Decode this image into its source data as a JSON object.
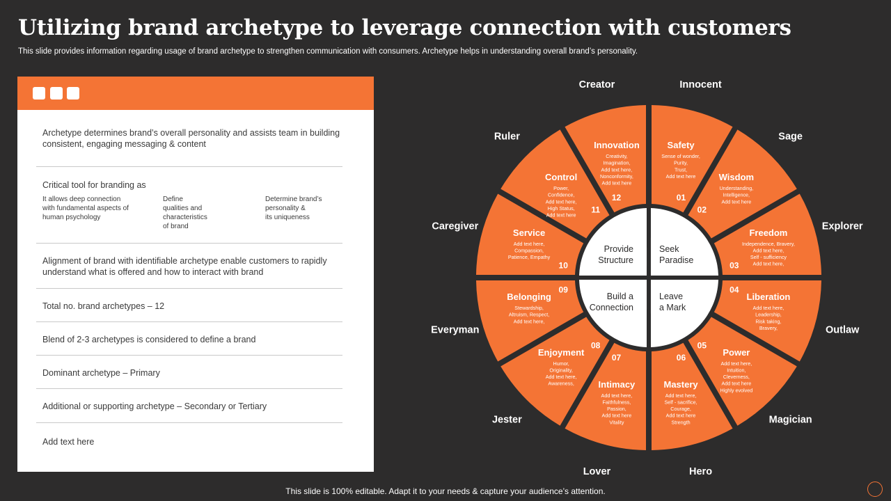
{
  "title": "Utilizing brand archetype to leverage connection with customers",
  "subtitle": "This slide provides information regarding usage of brand archetype to strengthen communication with consumers. Archetype helps in understanding overall brand’s personality.",
  "panel": {
    "rows": [
      "Archetype determines brand’s overall  personality and assists team in building consistent, engaging messaging & content",
      "Critical tool for branding as",
      "Alignment of brand with identifiable archetype enable customers to rapidly understand  what is offered  and how to interact with brand",
      "Total no. brand archetypes – 12",
      "Blend of 2-3 archetypes is considered to define  a brand",
      "Dominant archetype – Primary",
      "Additional or supporting archetype – Secondary or Tertiary",
      "Add text here"
    ],
    "tools": [
      "It allows deep connection\nwith fundamental aspects of\nhuman psychology",
      "Define\nqualities and\ncharacteristics\nof brand",
      "Determine brand’s\npersonality &\nits uniqueness"
    ]
  },
  "wheel": {
    "segments": [
      {
        "num": "01",
        "title": "Safety",
        "desc": [
          "Sense of wonder,",
          "Purity,",
          "Trust,",
          "Add text here"
        ],
        "label": "Innocent"
      },
      {
        "num": "02",
        "title": "Wisdom",
        "desc": [
          "Understanding,",
          "Intelligence,",
          "Add text here"
        ],
        "label": "Sage"
      },
      {
        "num": "03",
        "title": "Freedom",
        "desc": [
          "Independence,  Bravery,",
          "Add text here,",
          "Self - sufficiency",
          "Add text here,"
        ],
        "label": "Explorer"
      },
      {
        "num": "04",
        "title": "Liberation",
        "desc": [
          "Add text here,",
          "Leadership,",
          "Risk taking,",
          "Bravery,"
        ],
        "label": "Outlaw"
      },
      {
        "num": "05",
        "title": "Power",
        "desc": [
          "Add text here,",
          "Intuition,",
          "Cleverness,",
          "Add text here",
          "Highly evolved"
        ],
        "label": "Magician"
      },
      {
        "num": "06",
        "title": "Mastery",
        "desc": [
          "Add text here,",
          "Self - sacrifice,",
          "Courage,",
          "Add text here",
          "Strength"
        ],
        "label": "Hero"
      },
      {
        "num": "07",
        "title": "Intimacy",
        "desc": [
          "Add text here,",
          "Faithfulness,",
          "Passion,",
          "Add text here",
          "Vitality"
        ],
        "label": "Lover"
      },
      {
        "num": "08",
        "title": "Enjoyment",
        "desc": [
          "Humor,",
          "Originality,",
          "Add text here,",
          "Awareness,"
        ],
        "label": "Jester"
      },
      {
        "num": "09",
        "title": "Belonging",
        "desc": [
          "Stewardship,",
          "Altruism, Respect,",
          "Add text here,"
        ],
        "label": "Everyman"
      },
      {
        "num": "10",
        "title": "Service",
        "desc": [
          "Add text here,",
          "Compassion,",
          "Patience,  Empathy"
        ],
        "label": "Caregiver"
      },
      {
        "num": "11",
        "title": "Control",
        "desc": [
          "Power,",
          "Confidence,",
          "Add text here,",
          "High Status,",
          "Add text here"
        ],
        "label": "Ruler"
      },
      {
        "num": "12",
        "title": "Innovation",
        "desc": [
          "Creativity,",
          "Imagination,",
          "Add text here,",
          "Nonconformity,",
          "Add text here"
        ],
        "label": "Creator"
      }
    ],
    "center": [
      {
        "lines": [
          "Seek",
          "Paradise"
        ]
      },
      {
        "lines": [
          "Leave",
          "a Mark"
        ]
      },
      {
        "lines": [
          "Build a",
          "Connection"
        ]
      },
      {
        "lines": [
          "Provide",
          "Structure"
        ]
      }
    ]
  },
  "footer": "This slide is 100% editable. Adapt it to your needs & capture your audience’s attention.",
  "colors": {
    "accent": "#f47435",
    "background": "#2d2c2c",
    "panel": "#ffffff"
  }
}
